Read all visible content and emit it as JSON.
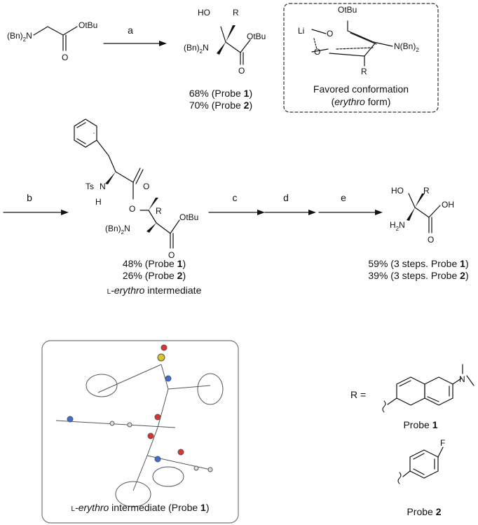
{
  "scheme": {
    "reagent_labels": {
      "a": "a",
      "b": "b",
      "c": "c",
      "d": "d",
      "e": "e"
    },
    "atom_labels": {
      "bn2n": "(Bn)",
      "n": "N",
      "otbu": "OtBu",
      "o": "O",
      "ho": "HO",
      "r": "R",
      "li": "Li",
      "n_bn2": "N(Bn)",
      "sub2": "2",
      "ts": "Ts",
      "h": "H",
      "h2n": "H",
      "oh": "OH"
    },
    "step_a_yields": {
      "line1_prefix": "68% (Probe ",
      "line1_num": "1",
      "line2_prefix": "70% (Probe ",
      "line2_num": "2",
      "close": ")"
    },
    "favored_box": {
      "line1": "Favored conformation",
      "line2_italic": "erythro",
      "line2_rest": " form)",
      "line2_open": "("
    },
    "step_b_yields": {
      "line1_prefix": "48% (Probe ",
      "line1_num": "1",
      "line2_prefix": "26% (Probe ",
      "line2_num": "2",
      "close": ")",
      "intermediate_sc": "l",
      "intermediate_italic": "-erythro",
      "intermediate_rest": " intermediate"
    },
    "final_yields": {
      "line1_prefix": "59% (3 steps. Probe ",
      "line1_num": "1",
      "line2_prefix": "39% (3 steps. Probe ",
      "line2_num": "2",
      "close": ")"
    },
    "crystal_caption": {
      "sc": "l",
      "italic": "-erythro",
      "rest": " intermediate (Probe ",
      "num": "1",
      "close": ")"
    },
    "r_definition": {
      "r_equals": "R =",
      "probe1_prefix": "Probe ",
      "probe1_num": "1",
      "probe2_prefix": "Probe ",
      "probe2_num": "2",
      "n_label": "N",
      "f_label": "F"
    }
  },
  "colors": {
    "ink": "#111111",
    "box_dashed": "#333333",
    "box_solid": "#777777",
    "oxygen": "#e0312f",
    "nitrogen": "#3b6fd6",
    "sulfur": "#d8c328"
  }
}
